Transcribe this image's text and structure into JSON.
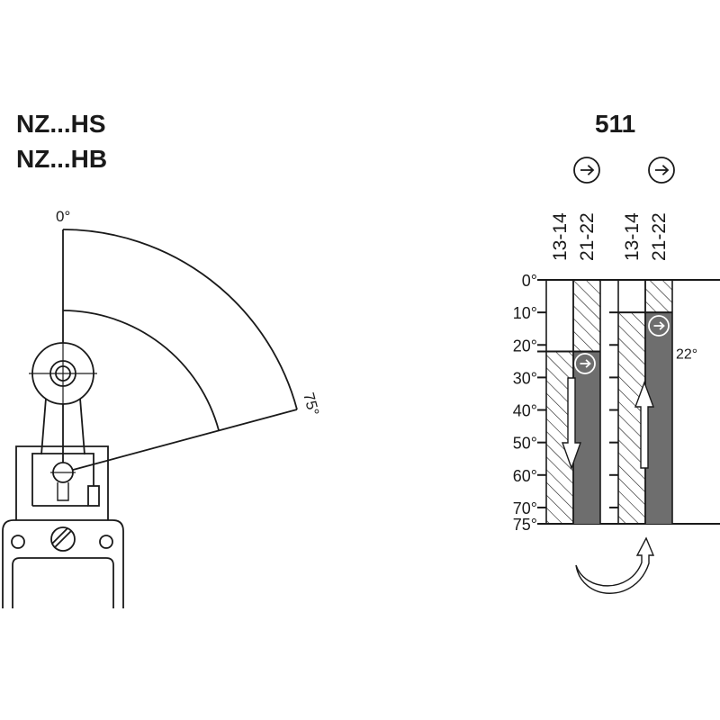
{
  "left_panel": {
    "model_line_1": "NZ...HS",
    "model_line_2": "NZ...HB",
    "angle_start": "0°",
    "angle_end": "75°"
  },
  "right_panel": {
    "diagram_number": "511",
    "contact_columns": [
      {
        "label": "13-14"
      },
      {
        "label": "21-22"
      },
      {
        "label": "13-14"
      },
      {
        "label": "21-22"
      }
    ],
    "scale_labels": [
      "0°",
      "10°",
      "20°",
      "30°",
      "40°",
      "50°",
      "60°",
      "70°",
      "75°"
    ],
    "switch_point_label": "22°",
    "scale_values_deg": [
      0,
      10,
      20,
      30,
      40,
      50,
      60,
      70,
      75
    ],
    "switch_point_deg": 22
  },
  "icons": [
    "direction-arrow-icon",
    "return-arrow-icon"
  ]
}
